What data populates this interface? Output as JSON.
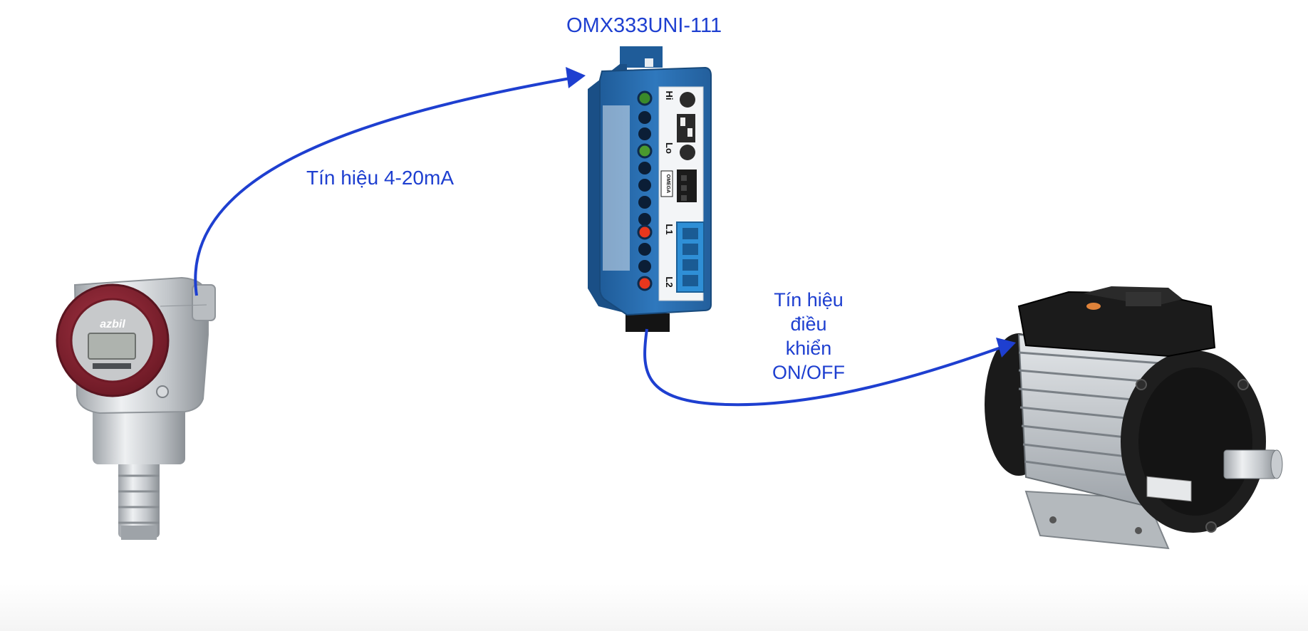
{
  "device": {
    "model_label": "OMX333UNI-111",
    "terminal_labels": [
      "Hi",
      "Lo",
      "L1",
      "L2"
    ],
    "brand_mark": "OMEGA"
  },
  "transmitter": {
    "brand_mark": "azbil"
  },
  "signals": {
    "input_label": "Tín hiệu 4-20mA",
    "output_lines": [
      "Tín hiệu",
      "điều",
      "khiển",
      "ON/OFF"
    ]
  },
  "colors": {
    "arrow": "#1e3fd0",
    "module_body": "#2f74b5",
    "transmitter_housing": "#cfd2d5",
    "transmitter_ring": "#8a2431",
    "motor_body": "#1c1c1c",
    "motor_fins": "#c9cdd1"
  }
}
